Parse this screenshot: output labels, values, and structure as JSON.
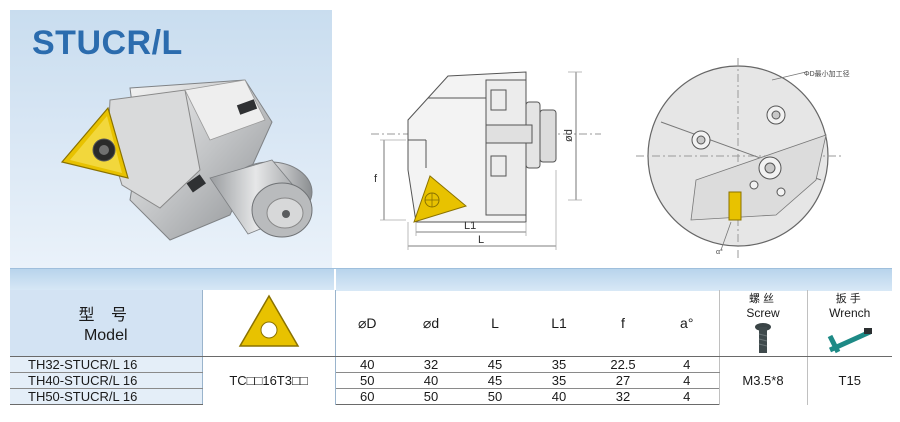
{
  "title": "STUCR/L",
  "drawing": {
    "dim_od": "ød",
    "dim_f": "f",
    "dim_l1": "L1",
    "dim_l": "L",
    "dim_alpha": "α°",
    "note": "ΦD最小加工径"
  },
  "table": {
    "model_cn": "型 号",
    "model_en": "Model",
    "headers": [
      "⌀D",
      "⌀d",
      "L",
      "L1",
      "f",
      "a°"
    ],
    "screw_cn": "螺丝",
    "screw_en": "Screw",
    "wrench_cn": "扳手",
    "wrench_en": "Wrench",
    "insert": "TC□□16T3□□",
    "screw_value": "M3.5*8",
    "wrench_value": "T15",
    "rows": [
      {
        "model": "TH32-STUCR/L 16",
        "D": "40",
        "d": "32",
        "L": "45",
        "L1": "35",
        "f": "22.5",
        "a": "4"
      },
      {
        "model": "TH40-STUCR/L 16",
        "D": "50",
        "d": "40",
        "L": "45",
        "L1": "35",
        "f": "27",
        "a": "4"
      },
      {
        "model": "TH50-STUCR/L 16",
        "D": "60",
        "d": "50",
        "L": "50",
        "L1": "40",
        "f": "32",
        "a": "4"
      }
    ]
  },
  "colors": {
    "title": "#2b6cae",
    "insert": "#e8c200",
    "panel": "#d3e3f3"
  }
}
